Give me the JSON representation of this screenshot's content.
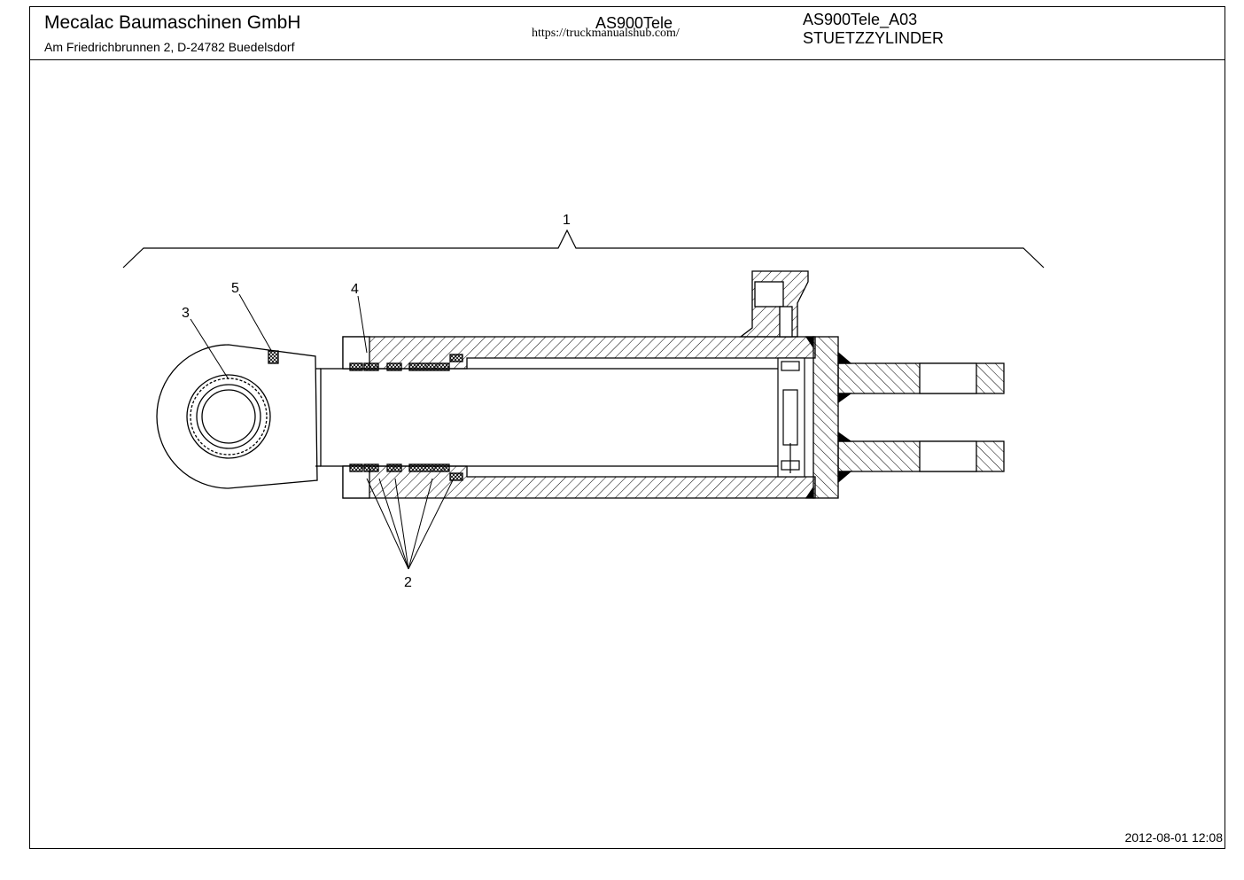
{
  "header": {
    "company": "Mecalac Baumaschinen GmbH",
    "address": "Am Friedrichbrunnen 2,  D-24782 Buedelsdorf",
    "model": "AS900Tele",
    "url": "https://truckmanualshub.com/",
    "doc_code": "AS900Tele_A03",
    "doc_title": "STUETZZYLINDER"
  },
  "footer": {
    "timestamp": "2012-08-01 12:08"
  },
  "callouts": {
    "c1": "1",
    "c2": "2",
    "c3": "3",
    "c4": "4",
    "c5": "5"
  }
}
